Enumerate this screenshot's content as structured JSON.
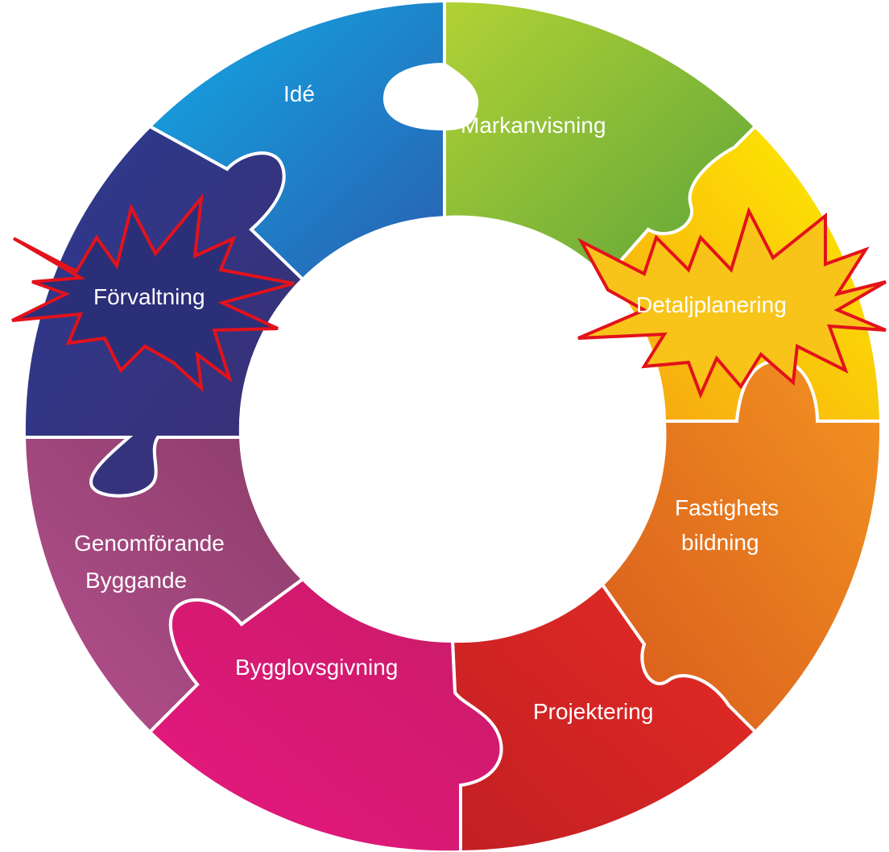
{
  "segments": [
    {
      "id": "ide",
      "label": "Idé",
      "color_start": "#17a6e0",
      "color_end": "#2463b0"
    },
    {
      "id": "markanvisning",
      "label": "Markanvisning",
      "color_start": "#a6cf2e",
      "color_end": "#5ea63a"
    },
    {
      "id": "detaljplanering",
      "label": "Detaljplanering",
      "color_start": "#fbe800",
      "color_end": "#f3a010"
    },
    {
      "id": "fastighetsbildning",
      "label_line1": "Fastighets",
      "label_line2": "bildning",
      "color_start": "#f08a1c",
      "color_end": "#d8561d"
    },
    {
      "id": "projektering",
      "label": "Projektering",
      "color_start": "#e32524",
      "color_end": "#c41e1e"
    },
    {
      "id": "bygglovsgivning",
      "label": "Bygglovsgivning",
      "color_start": "#e5177e",
      "color_end": "#c21a6e"
    },
    {
      "id": "genomforande",
      "label_line1": "Genomförande",
      "label_line2": "Byggande",
      "color_start": "#b35392",
      "color_end": "#8e3f73"
    },
    {
      "id": "forvaltning",
      "label": "Förvaltning",
      "color_start": "#3a3f93",
      "color_end": "#2a2f73"
    }
  ],
  "highlight_color": "#e3121b",
  "highlighted": [
    "Förvaltning",
    "Detaljplanering"
  ]
}
